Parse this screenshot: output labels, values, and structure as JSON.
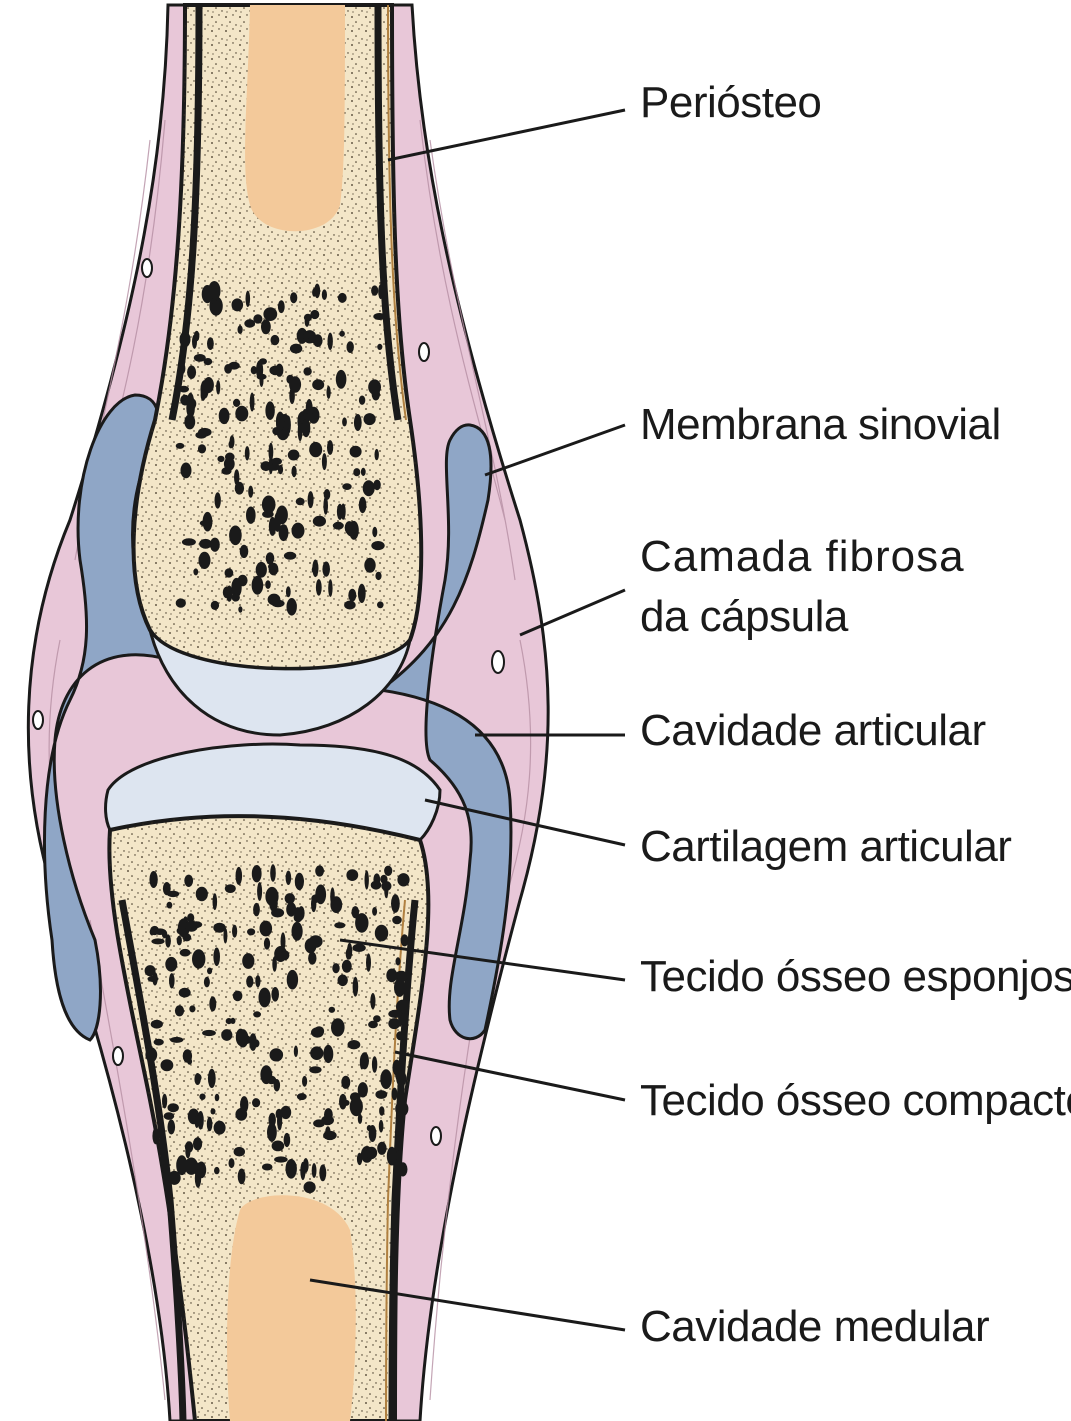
{
  "labels": {
    "periosteo": "Periósteo",
    "membrana": "Membrana sinovial",
    "camada_line1": "Camada fibrosa",
    "camada_line2": "da cápsula",
    "cavidade_articular": "Cavidade articular",
    "cartilagem": "Cartilagem articular",
    "esponjoso": "Tecido ósseo esponjoso",
    "compacto": "Tecido ósseo compacto",
    "medular": "Cavidade medular"
  },
  "colors": {
    "capsule": "#e8c7d8",
    "synovial": "#8fa6c6",
    "cartilage": "#dde5f0",
    "bone": "#f3e6c8",
    "marrow": "#f3c99a",
    "outline": "#1a1a1a"
  }
}
